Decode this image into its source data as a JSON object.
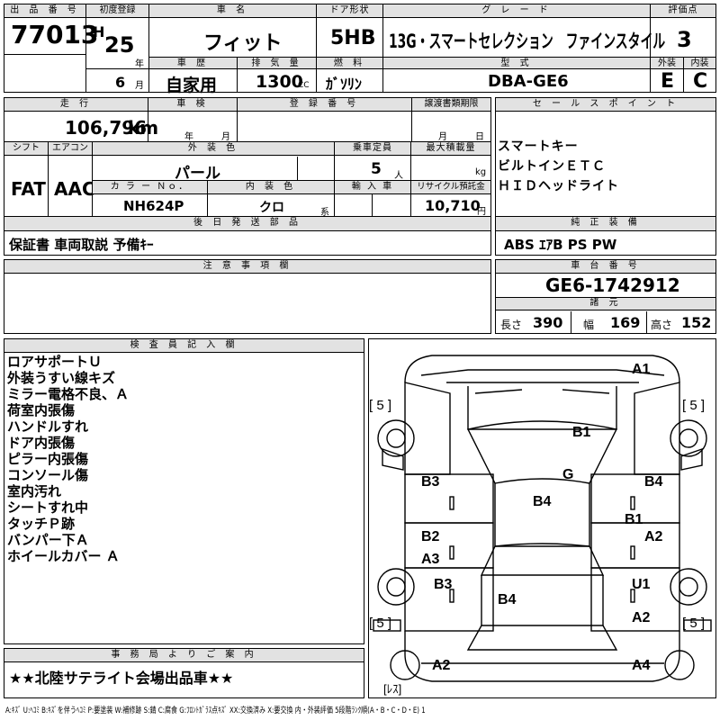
{
  "header": {
    "lot_label": "出 品 番 号",
    "lot_number": "77013",
    "first_reg_label": "初度登録",
    "era": "H",
    "year": "25",
    "year_unit": "年",
    "month": "6",
    "month_unit": "月",
    "car_name_label": "車 名",
    "car_name": "フィット",
    "door_label": "ドア形状",
    "door": "5HB",
    "grade_label": "グ レ ー ド",
    "grade": "13G・スマートセレクション　ファインスタイル",
    "score_label": "評価点",
    "score": "3",
    "history_label": "車 歴",
    "history": "自家用",
    "displacement_label": "排 気 量",
    "displacement": "1300",
    "displacement_unit": "CC",
    "fuel_label": "燃 料",
    "fuel": "ｶﾞｿﾘﾝ",
    "model_label": "型 式",
    "model": "DBA-GE6",
    "ext_label": "外装",
    "ext_grade": "E",
    "int_label": "内装",
    "int_grade": "C"
  },
  "row2": {
    "mileage_label": "走 行",
    "mileage": "106,796",
    "mileage_unit": "km",
    "inspection_label": "車 検",
    "insp_year_unit": "年",
    "insp_month_unit": "月",
    "reg_label": "登 録 番 号",
    "transfer_label": "譲渡書類期限",
    "transfer_month_unit": "月",
    "transfer_day_unit": "日",
    "sales_label": "セ ー ル ス ポ イ ン ト",
    "sales_points": [
      "スマートキー",
      "ビルトインＥＴＣ",
      "ＨＩＤヘッドライト"
    ],
    "shift_label": "シフト",
    "shift": "FAT",
    "ac_label": "エアコン",
    "ac": "AAC",
    "ext_color_label": "外 装 色",
    "ext_color": "パール",
    "capacity_label": "乗車定員",
    "capacity": "5",
    "capacity_unit": "人",
    "load_label": "最大積載量",
    "load_unit": "kg",
    "color_no_label": "カ ラ ー Ｎｏ．",
    "color_no": "NH624P",
    "int_color_label": "内 装 色",
    "int_color": "クロ",
    "int_color_unit": "系",
    "import_label": "輸 入 車",
    "recycle_label": "リサイクル預託金",
    "recycle": "10,710",
    "recycle_unit": "円",
    "later_label": "後 日 発 送 部 品",
    "later_items": "保証書 車両取説 予備ｷｰ",
    "equip_label": "純 正 装 備",
    "equip": "ABS ｴｱB PS PW"
  },
  "notes": {
    "caution_label": "注 意 事 項 欄",
    "chassis_label": "車 台 番 号",
    "chassis": "GE6-1742912",
    "spec_label": "諸 元",
    "length_label": "長さ",
    "length": "390",
    "width_label": "幅",
    "width": "169",
    "height_label": "高さ",
    "height": "152"
  },
  "inspector": {
    "label": "検 査 員 記 入 欄",
    "lines": [
      "ロアサポートＵ",
      "外装うすい線キズ",
      "ミラー電格不良、Ａ",
      "荷室内張傷",
      "ハンドルすれ",
      "ドア内張傷",
      "ピラー内張傷",
      "コンソール傷",
      "室内汚れ",
      "シートすれ中",
      "タッチＰ跡",
      "バンパー下Ａ",
      "ホイールカバー Ａ"
    ]
  },
  "diagram": {
    "tire_marks": [
      "[ 5 ]",
      "[ 5 ]",
      "[ 5 ]",
      "[ 5 ]"
    ],
    "marks": [
      "A1",
      "B1",
      "G",
      "B3",
      "B4",
      "B4",
      "B1",
      "B2",
      "A2",
      "A3",
      "B3",
      "U1",
      "B4",
      "A2",
      "A2",
      "A4"
    ],
    "les_label": "[ﾚｽ]"
  },
  "office": {
    "label": "事 務 局 よ り ご 案 内",
    "message": "★★北陸サテライト会場出品車★★"
  },
  "legend": "A:ｷｽﾞ U:ﾍｺﾐ B:ｷｽﾞを伴うﾍｺﾐ P:要塗装 W:補修跡 S:錆 C:腐食 G:ﾌﾛﾝﾄｶﾞﾗｽ点ｷｽﾞ XX:交換済み X:要交換 内・外装評価 5段階ﾗﾝｸ順(A・B・C・D・E) 1"
}
